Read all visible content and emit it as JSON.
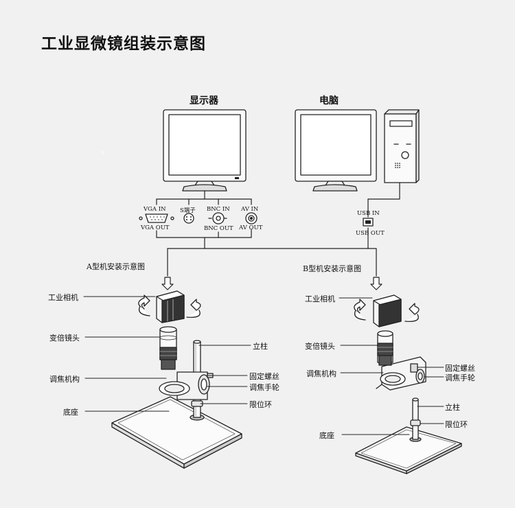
{
  "title": "工业显微镜组装示意图",
  "monitor_label": "显示器",
  "computer_label": "电脑",
  "ports": {
    "vga_in": "VGA IN",
    "vga_out": "VGA OUT",
    "s_terminal": "S端子",
    "bnc_in": "BNC IN",
    "bnc_out": "BNC OUT",
    "av_in": "AV IN",
    "av_out": "AV OUT",
    "usb_in": "USB IN",
    "usb_out": "USB OUT"
  },
  "type_a": {
    "heading": "A型机安装示意图",
    "camera": "工业相机",
    "zoom_lens": "变倍镜头",
    "focus_mechanism": "调焦机构",
    "base": "底座",
    "column": "立柱",
    "fixing_screw": "固定螺丝",
    "focus_wheel": "调焦手轮",
    "limit_ring": "限位环"
  },
  "type_b": {
    "heading": "B型机安装示意图",
    "camera": "工业相机",
    "zoom_lens": "变倍镜头",
    "focus_mechanism": "调焦机构",
    "base": "底座",
    "column": "立柱",
    "fixing_screw": "固定螺丝",
    "focus_wheel": "调焦手轮",
    "limit_ring": "限位环"
  }
}
